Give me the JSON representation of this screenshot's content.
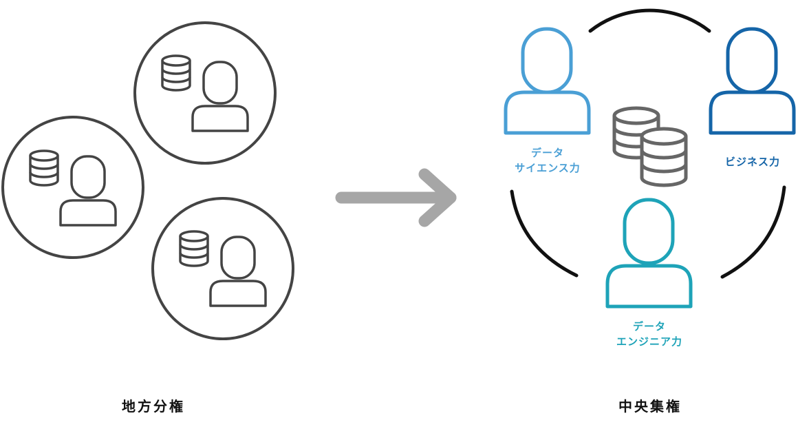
{
  "left": {
    "caption": "地方分権"
  },
  "right": {
    "caption": "中央集権",
    "roles": [
      {
        "line1": "データ",
        "line2": "サイエンス力",
        "color": "#4a9fd5"
      },
      {
        "line1": "ビジネス力",
        "line2": "",
        "color": "#1565a8"
      },
      {
        "line1": "データ",
        "line2": "エンジニア力",
        "color": "#1ea3b8"
      }
    ]
  },
  "colors": {
    "outline": "#444444",
    "database": "#666666",
    "arrow": "#a6a6a6",
    "ring": "#111111"
  },
  "icons": [
    "database-icon",
    "person-icon",
    "arrow-right-icon"
  ]
}
